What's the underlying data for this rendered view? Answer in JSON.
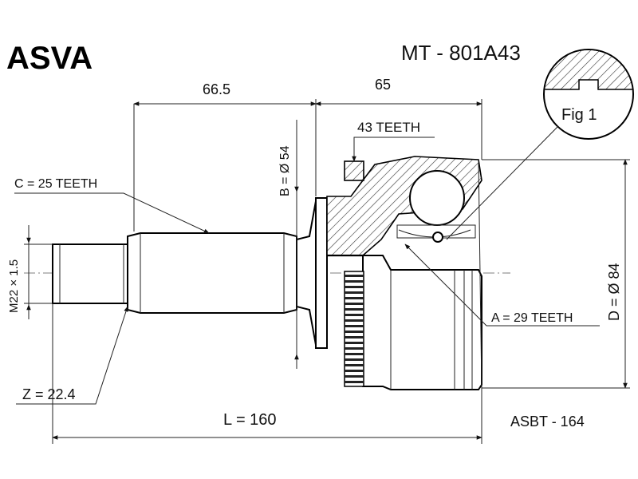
{
  "header": {
    "brand": "ASVA",
    "part_number": "MT - 801A43"
  },
  "dimensions": {
    "dim_66_5": "66.5",
    "dim_65": "65",
    "outer_teeth": "43 TEETH",
    "b_dia": "B = Ø 54",
    "c_teeth": "C = 25 TEETH",
    "thread": "M22 × 1.5",
    "a_teeth": "A = 29 TEETH",
    "d_dia": "D = Ø 84",
    "z": "Z = 22.4",
    "length": "L = 160"
  },
  "fig": {
    "label": "Fig 1"
  },
  "footer": {
    "code": "ASBT - 164"
  }
}
